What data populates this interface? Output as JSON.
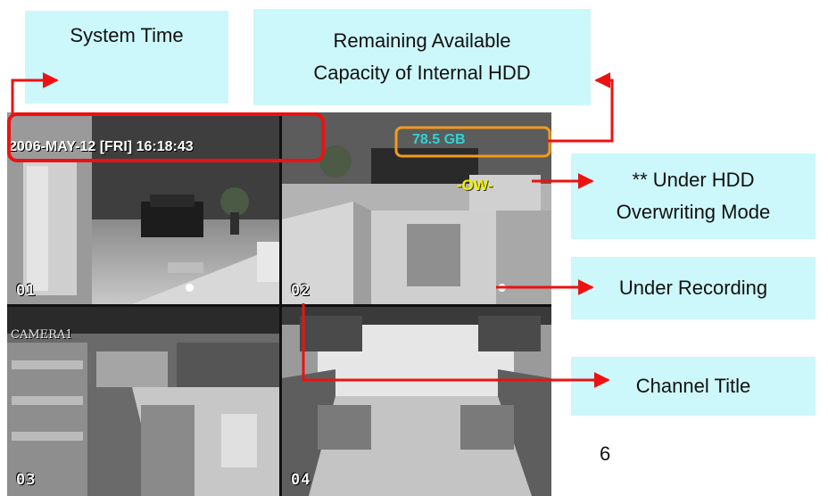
{
  "callouts": {
    "system_time": "System Time",
    "hdd_capacity_line1": "Remaining Available",
    "hdd_capacity_line2": "Capacity of Internal HDD",
    "overwrite_line1": "** Under HDD",
    "overwrite_line2": "Overwriting Mode",
    "recording": "Under Recording",
    "channel_title": "Channel Title"
  },
  "osd": {
    "datetime": "2006-MAY-12 [FRI] 16:18:43",
    "hdd_free": "78.5 GB",
    "overwrite_flag": "-OW-",
    "camera_label": "CAMERA1",
    "channels": [
      "01",
      "02",
      "03",
      "04"
    ]
  },
  "page_number": "6",
  "colors": {
    "callout_bg": "#ccf7fb",
    "arrow_red": "#ee1111",
    "hdd_text": "#2fd3d3",
    "hdd_box": "#f39a1e",
    "overwrite_text": "#f2f200"
  }
}
